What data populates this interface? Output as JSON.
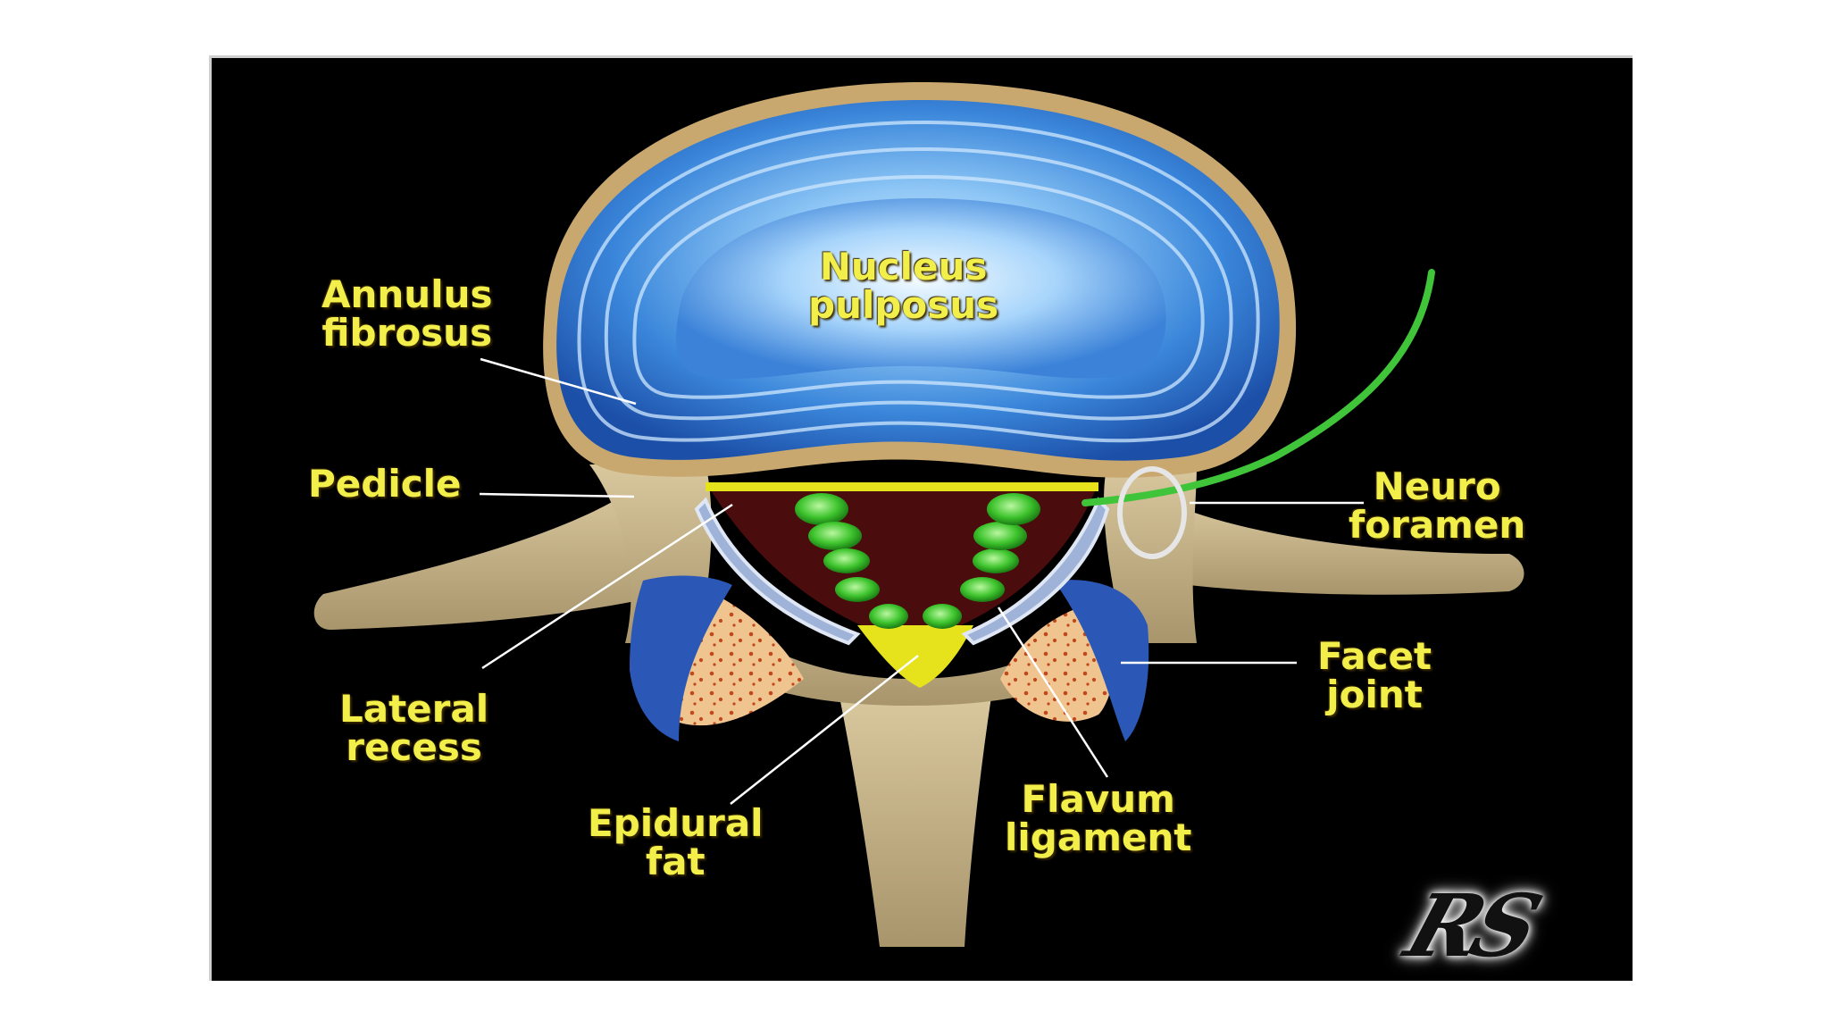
{
  "labels": {
    "nucleus": [
      "Nucleus",
      "pulposus"
    ],
    "annulus": [
      "Annulus",
      "fibrosus"
    ],
    "pedicle": [
      "Pedicle"
    ],
    "neuro": [
      "Neuro",
      "foramen"
    ],
    "lateral": [
      "Lateral",
      "recess"
    ],
    "facet": [
      "Facet",
      "joint"
    ],
    "epidural": [
      "Epidural",
      "fat"
    ],
    "flavum": [
      "Flavum",
      "ligament"
    ]
  },
  "watermark": "RS",
  "colors": {
    "label_text": "#f2ee4a",
    "panel_bg": "#000000",
    "disc_blue": "#3f8fe0",
    "bone": "#cdb88f",
    "nerve_green": "#4fd24a"
  }
}
